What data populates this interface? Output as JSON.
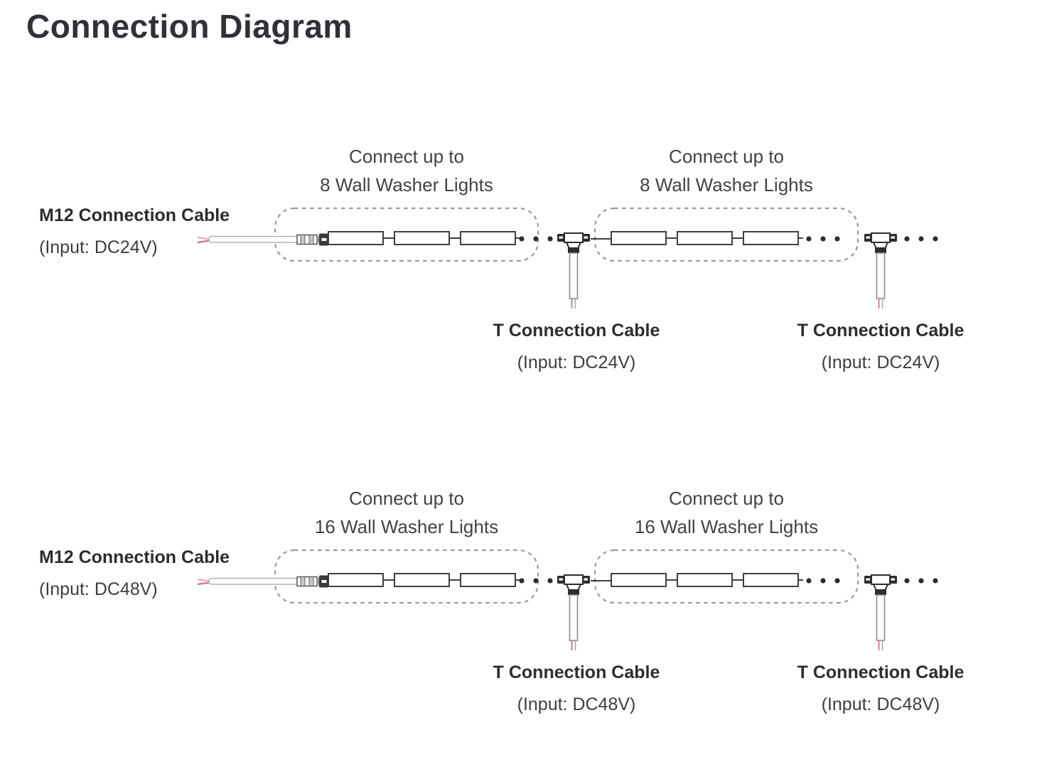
{
  "page": {
    "title": "Connection Diagram"
  },
  "colors": {
    "title_text": "#2e3138",
    "diagram_stroke": "#3f3f3f",
    "dashed_box": "#9b9b9b",
    "wire_red": "#c87878",
    "wire_pink": "#e7b0b0",
    "dot": "#2d2d2d"
  },
  "diagrams": [
    {
      "connect": [
        {
          "line1": "Connect up to",
          "line2": "8 Wall Washer Lights"
        },
        {
          "line1": "Connect up to",
          "line2": "8 Wall Washer Lights"
        }
      ],
      "m12": {
        "name": "M12 Connection Cable",
        "input": "(Input: DC24V)"
      },
      "t": [
        {
          "name": "T Connection Cable",
          "input": "(Input: DC24V)"
        },
        {
          "name": "T Connection Cable",
          "input": "(Input: DC24V)"
        }
      ]
    },
    {
      "connect": [
        {
          "line1": "Connect up to",
          "line2": "16 Wall Washer Lights"
        },
        {
          "line1": "Connect up to",
          "line2": "16 Wall Washer Lights"
        }
      ],
      "m12": {
        "name": "M12 Connection Cable",
        "input": "(Input: DC48V)"
      },
      "t": [
        {
          "name": "T Connection Cable",
          "input": "(Input: DC48V)"
        },
        {
          "name": "T Connection Cable",
          "input": "(Input: DC48V)"
        }
      ]
    }
  ]
}
